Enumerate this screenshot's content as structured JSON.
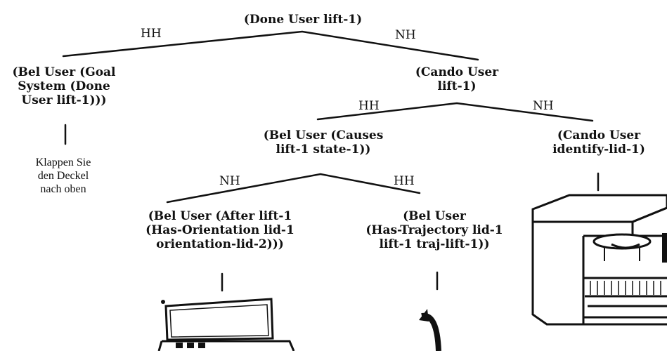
{
  "nodes": {
    "root": "(Done User lift-1)",
    "bel_goal": "(Bel User (Goal\nSystem (Done\nUser lift-1)))",
    "cando_lift": "(Cando User\nlift-1)",
    "bel_causes": "(Bel User (Causes\nlift-1 state-1))",
    "cando_identify": "(Cando User\nidentify-lid-1)",
    "bel_after": "(Bel User (After lift-1\n(Has-Orientation lid-1\norientation-lid-2)))",
    "bel_trajectory": "(Bel User\n(Has-Trajectory lid-1\nlift-1 traj-lift-1))"
  },
  "edges": {
    "root_left": "HH",
    "root_right": "NH",
    "cando_left": "HH",
    "cando_right": "NH",
    "causes_left": "NH",
    "causes_right": "HH"
  },
  "leaf_text": "Klappen Sie\nden Deckel\nnach oben",
  "colors": {
    "ink": "#111111",
    "paper": "#ffffff"
  }
}
